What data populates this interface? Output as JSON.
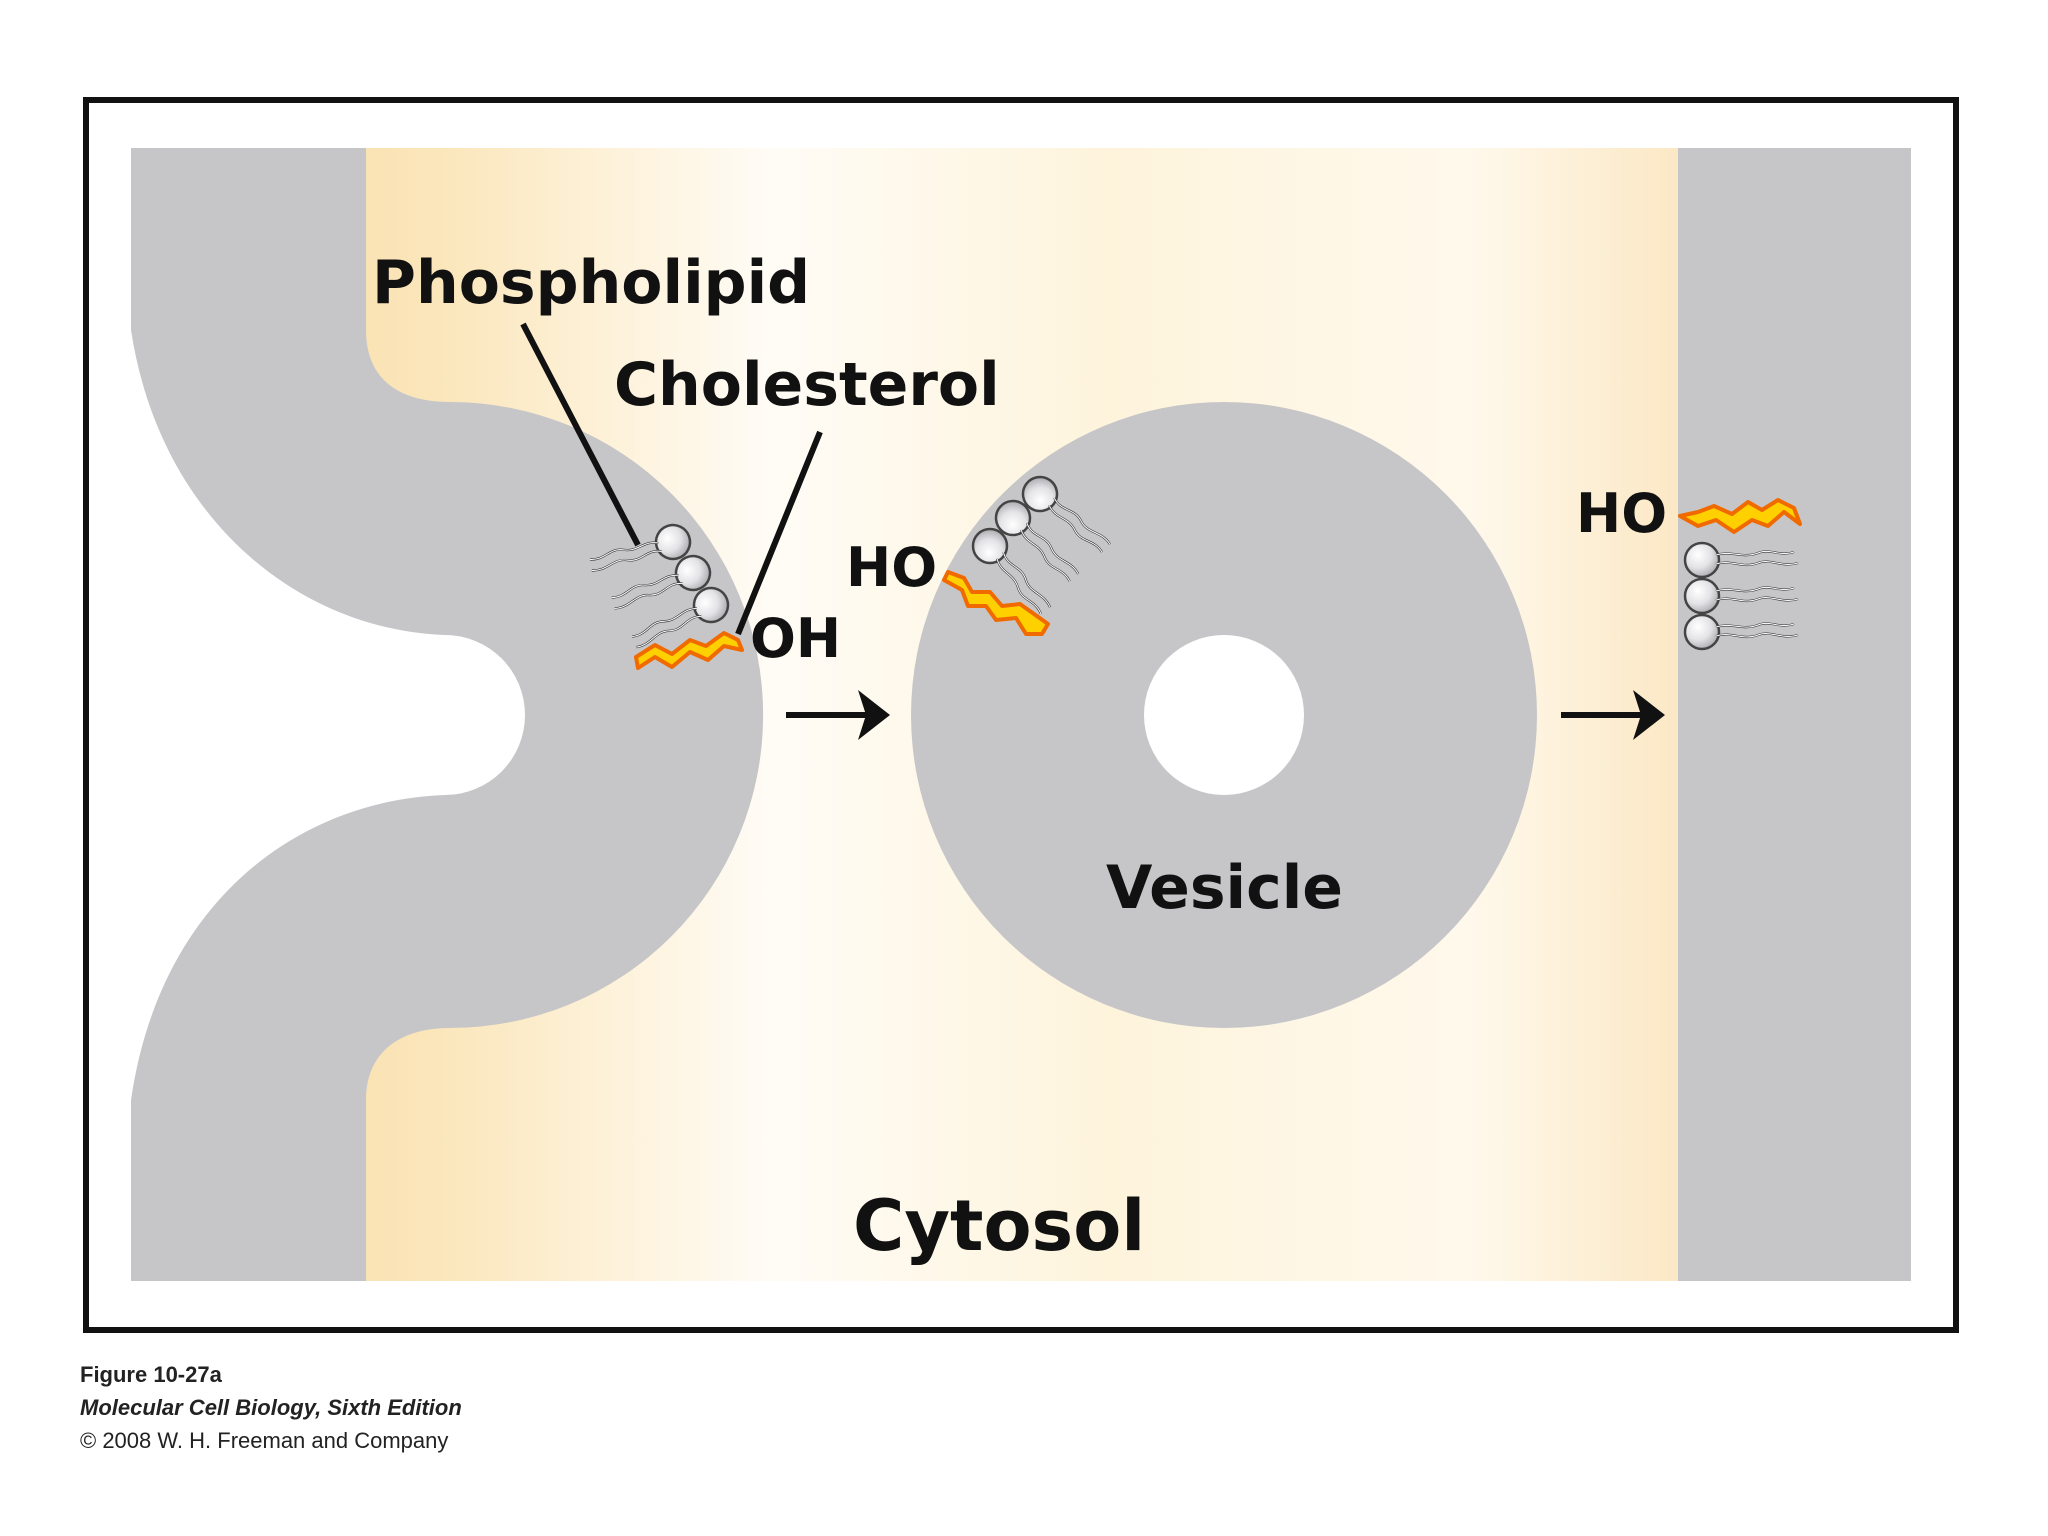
{
  "labels": {
    "phospholipid": "Phospholipid",
    "cholesterol": "Cholesterol",
    "oh": "OH",
    "ho_vesicle": "HO",
    "ho_membrane": "HO",
    "vesicle": "Vesicle",
    "cytosol": "Cytosol"
  },
  "caption": {
    "figure": "Figure 10-27a",
    "book": "Molecular Cell Biology, Sixth Edition",
    "copyright": "© 2008 W. H. Freeman and Company"
  },
  "colors": {
    "membrane": "#c6c6c9",
    "cytosol_edge": "#f7d9a0",
    "cytosol_center": "#fffdf8",
    "cholesterol_fill": "#ffd000",
    "cholesterol_outline": "#f06a00"
  }
}
